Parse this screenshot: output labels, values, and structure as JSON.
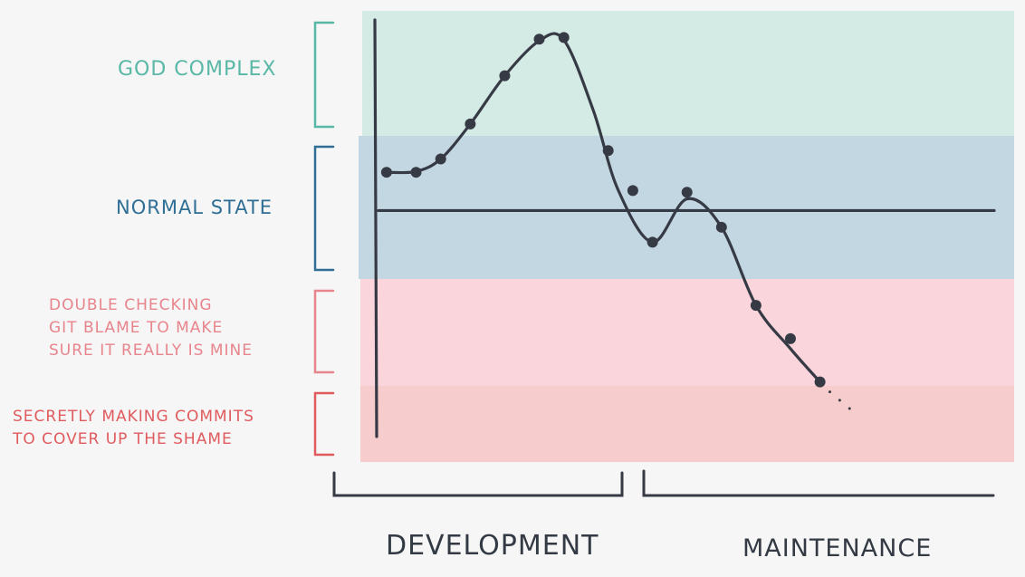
{
  "chart_data": {
    "type": "line",
    "title": "",
    "xlabel": "",
    "ylabel": "",
    "bands": [
      {
        "label": "God complex",
        "color": "#59b7a6",
        "fill": "#d4ebe5"
      },
      {
        "label": "Normal state",
        "color": "#2f6e95",
        "fill": "#c3d7e2"
      },
      {
        "label": "Double checking\ngit blame to make\nsure it really is mine",
        "color": "#e8848c",
        "fill": "#fad6dc"
      },
      {
        "label": "Secretly making commits\nto cover up the shame",
        "color": "#e05b5e",
        "fill": "#f6cccd"
      }
    ],
    "phases": [
      "Development",
      "Maintenance"
    ],
    "baseline_y": 0,
    "ylim": [
      -3.0,
      2.4
    ],
    "xlim": [
      0,
      12.5
    ],
    "points": [
      {
        "x": 0.2,
        "y": 0.46
      },
      {
        "x": 0.8,
        "y": 0.46
      },
      {
        "x": 1.3,
        "y": 0.62
      },
      {
        "x": 1.9,
        "y": 1.04
      },
      {
        "x": 2.6,
        "y": 1.62
      },
      {
        "x": 3.3,
        "y": 2.06
      },
      {
        "x": 3.8,
        "y": 2.08
      },
      {
        "x": 4.7,
        "y": 0.72
      },
      {
        "x": 5.2,
        "y": 0.24
      },
      {
        "x": 5.6,
        "y": -0.38
      },
      {
        "x": 6.3,
        "y": 0.22
      },
      {
        "x": 7.0,
        "y": -0.2
      },
      {
        "x": 7.7,
        "y": -1.14
      },
      {
        "x": 8.4,
        "y": -1.54
      },
      {
        "x": 9.0,
        "y": -2.06
      }
    ],
    "curve": [
      {
        "x": 0.2,
        "y": 0.46
      },
      {
        "x": 0.8,
        "y": 0.47
      },
      {
        "x": 1.3,
        "y": 0.62
      },
      {
        "x": 1.9,
        "y": 1.04
      },
      {
        "x": 2.6,
        "y": 1.62
      },
      {
        "x": 3.3,
        "y": 2.04
      },
      {
        "x": 3.8,
        "y": 2.05
      },
      {
        "x": 4.4,
        "y": 1.2
      },
      {
        "x": 4.9,
        "y": 0.25
      },
      {
        "x": 5.6,
        "y": -0.38
      },
      {
        "x": 6.3,
        "y": 0.14
      },
      {
        "x": 7.0,
        "y": -0.2
      },
      {
        "x": 7.7,
        "y": -1.14
      },
      {
        "x": 8.4,
        "y": -1.66
      },
      {
        "x": 9.0,
        "y": -2.06
      }
    ],
    "trailing_dots": [
      {
        "x": 9.2,
        "y": -2.18
      },
      {
        "x": 9.4,
        "y": -2.28
      },
      {
        "x": 9.6,
        "y": -2.38
      }
    ]
  }
}
